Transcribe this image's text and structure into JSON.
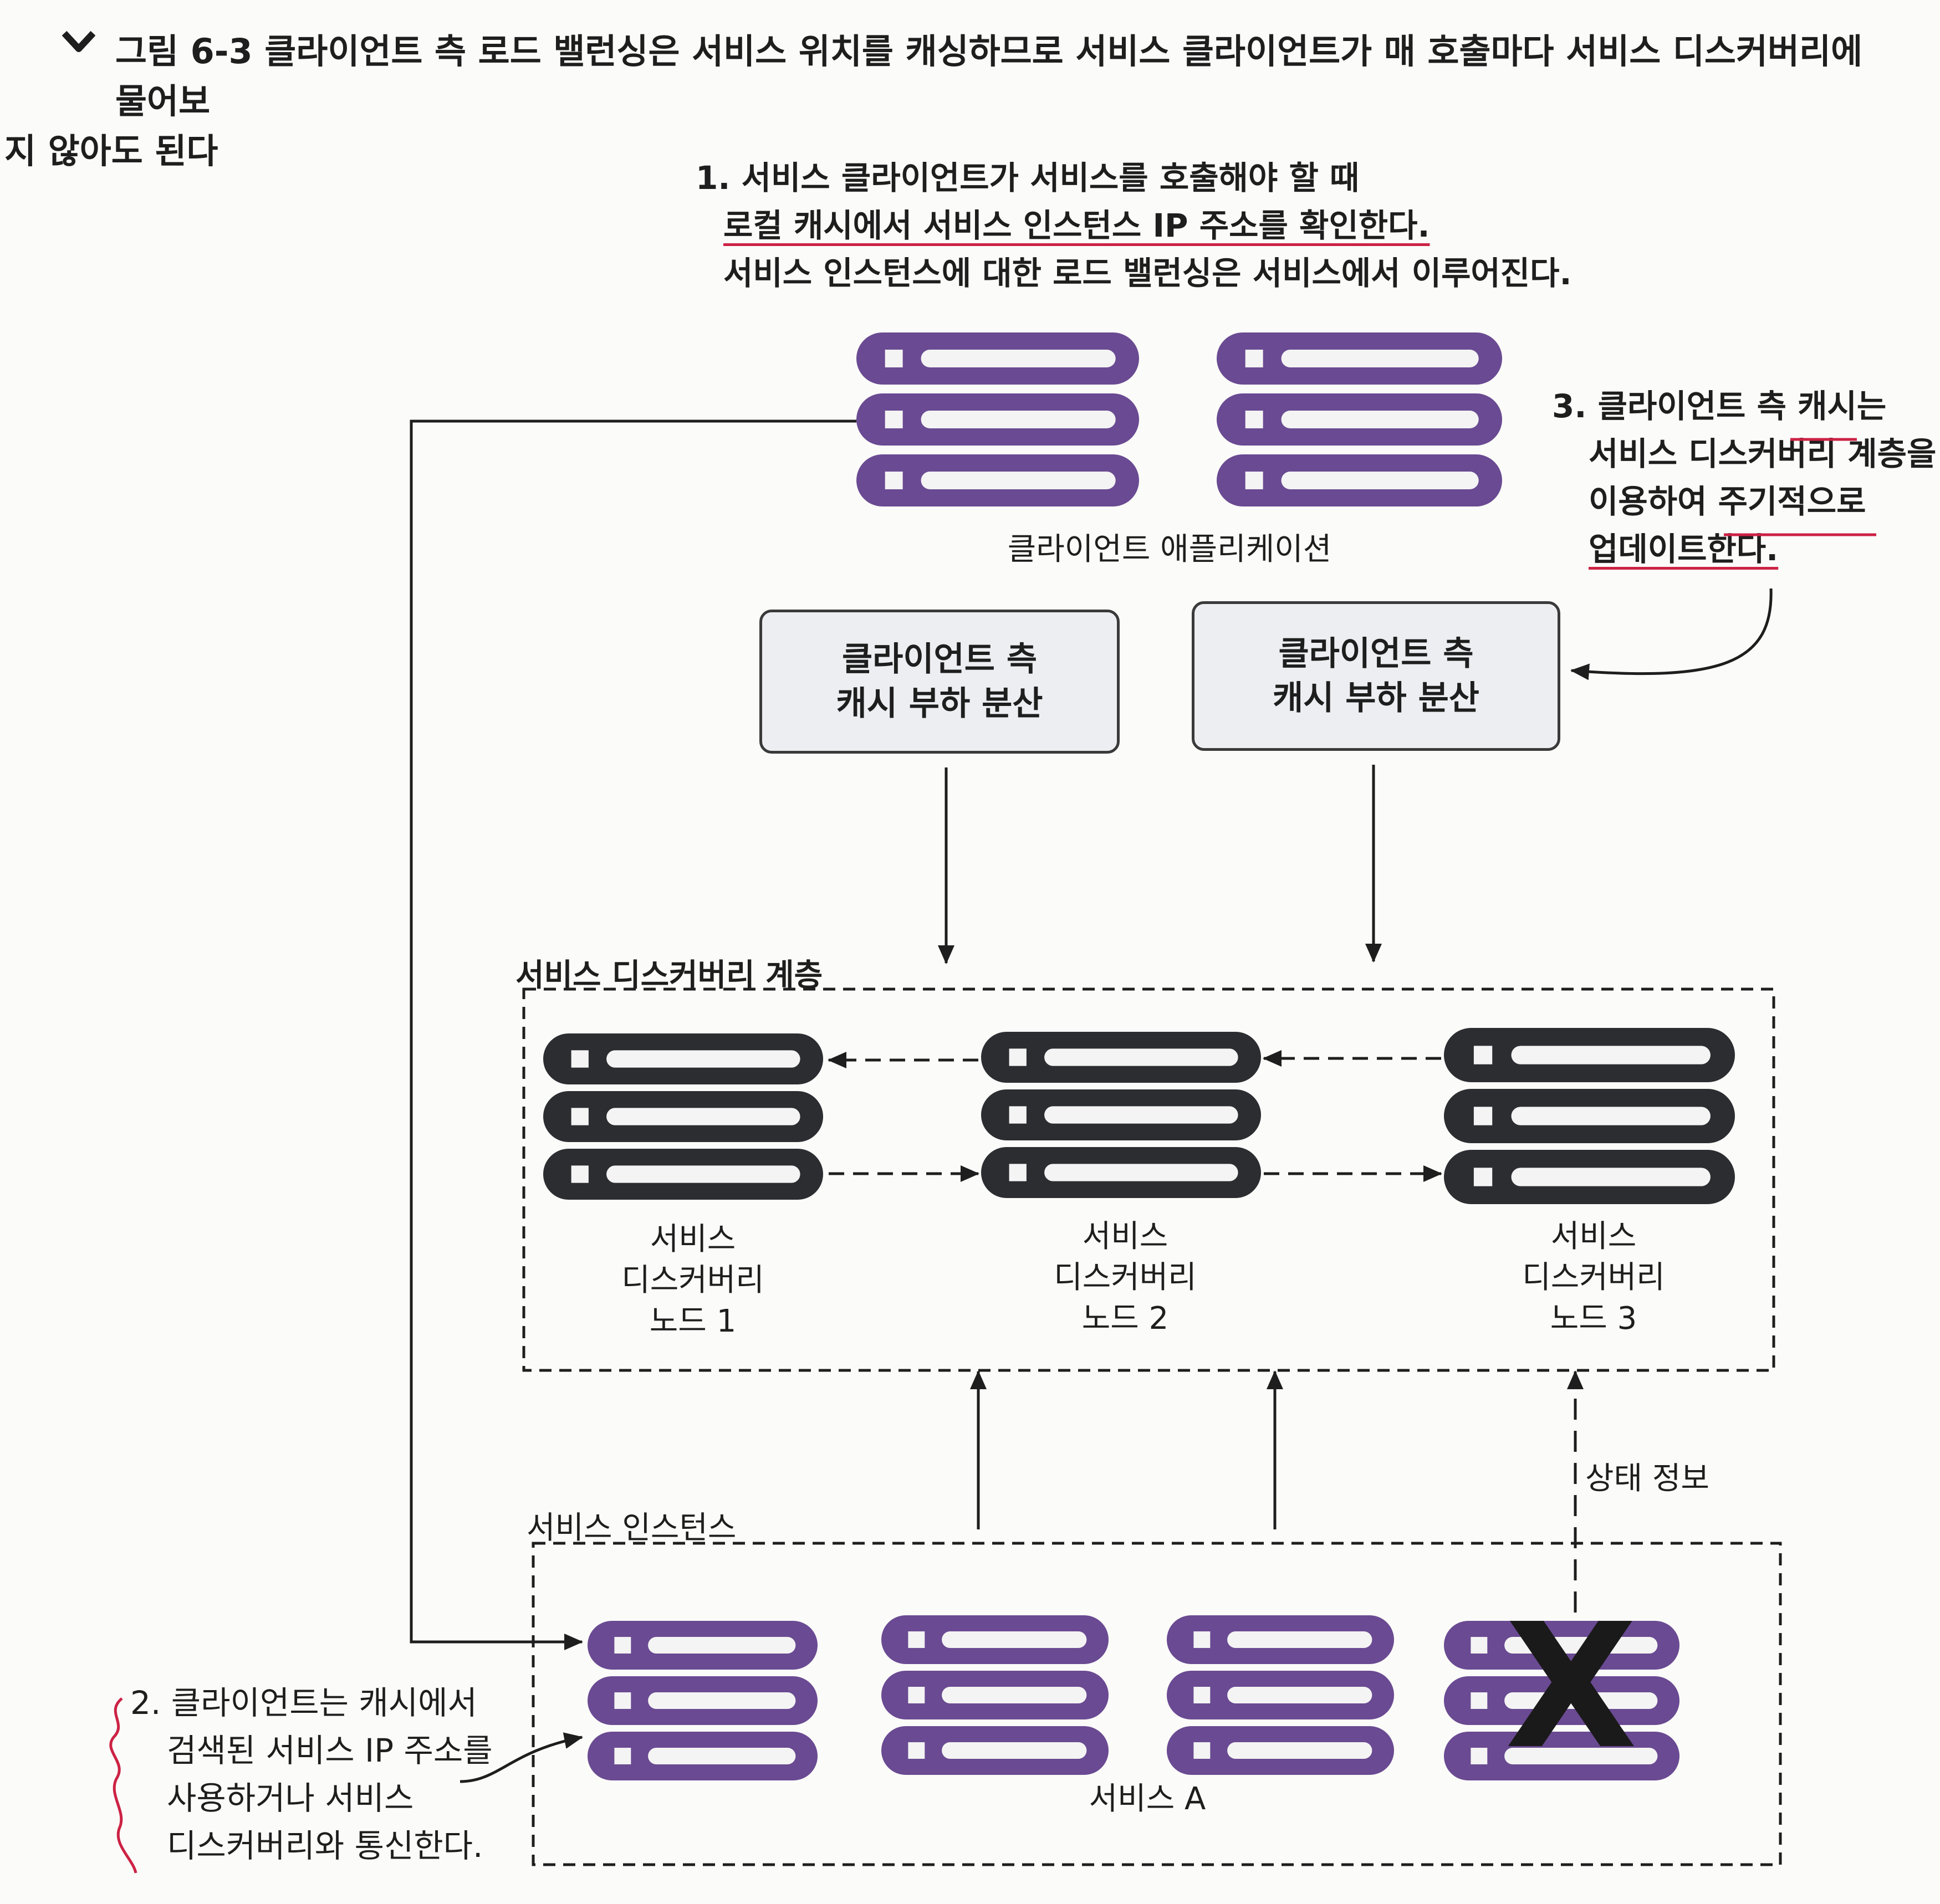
{
  "title": {
    "line1": "그림 6-3 클라이언트 측 로드 밸런싱은 서비스 위치를 캐싱하므로 서비스 클라이언트가 매 호출마다 서비스 디스커버리에 물어보",
    "line2": "지 않아도 된다"
  },
  "callouts": {
    "step1": {
      "line1": "1. 서비스 클라이언트가 서비스를 호출해야 할 때",
      "line2": "로컬 캐시에서 서비스 인스턴스 IP 주소를 확인한다.",
      "line3": "서비스 인스턴스에 대한 로드 밸런싱은 서비스에서 이루어진다."
    },
    "step2": {
      "line1": "2. 클라이언트는 캐시에서",
      "line2": "검색된 서비스 IP 주소를",
      "line3": "사용하거나 서비스",
      "line4": "디스커버리와 통신한다."
    },
    "step3": {
      "line1": "3. 클라이언트 측 캐시는",
      "line2": "서비스 디스커버리 계층을",
      "line3": "이용하여 주기적으로",
      "line4": "업데이트한다."
    }
  },
  "client_app_label": "클라이언트 애플리케이션",
  "cache_boxes": [
    {
      "line1": "클라이언트 측",
      "line2": "캐시 부하 분산"
    },
    {
      "line1": "클라이언트 측",
      "line2": "캐시 부하 분산"
    }
  ],
  "discovery_layer": {
    "label": "서비스 디스커버리 계층",
    "nodes": [
      {
        "line1": "서비스",
        "line2": "디스커버리",
        "line3": "노드 1"
      },
      {
        "line1": "서비스",
        "line2": "디스커버리",
        "line3": "노드 2"
      },
      {
        "line1": "서비스",
        "line2": "디스커버리",
        "line3": "노드 3"
      }
    ]
  },
  "status_label": "상태 정보",
  "instances_layer": {
    "label": "서비스 인스턴스",
    "service_label": "서비스 A",
    "instance_count": 4,
    "failed_instance_mark": "X"
  },
  "colors": {
    "client_server": "#6a4a92",
    "discovery_server": "#2b2d31",
    "annotation_red": "#cc2244",
    "box_fill": "#eceef1"
  },
  "icons": {
    "server": "server-rack-icon",
    "chevron": "chevron-down-icon"
  }
}
